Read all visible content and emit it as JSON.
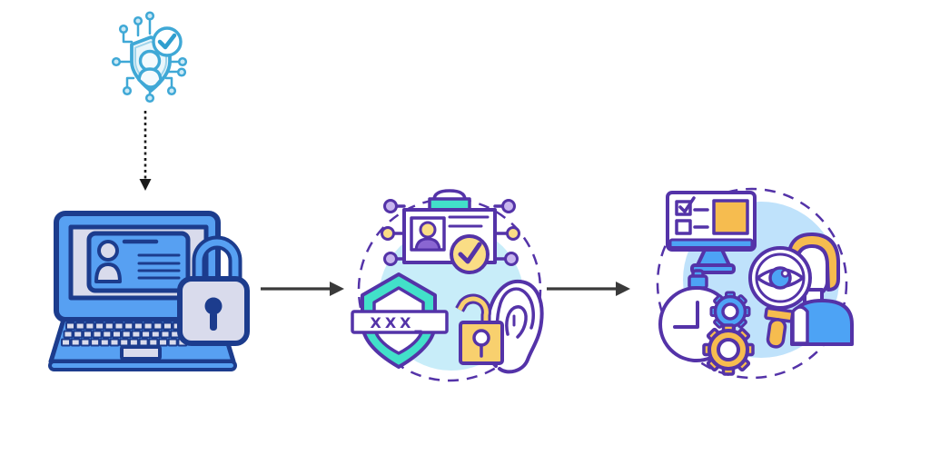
{
  "diagram": {
    "name": "identity-verification-flow",
    "background": "#ffffff",
    "nodes": [
      {
        "id": "digital-identity-icon",
        "icons": [
          "shield-user-icon",
          "check-badge-icon",
          "circuit-nodes"
        ]
      },
      {
        "id": "secure-login-illustration",
        "icons": [
          "laptop-icon",
          "id-card-on-screen-icon",
          "padlock-icon"
        ]
      },
      {
        "id": "authentication-illustration",
        "icons": [
          "id-badge-icon",
          "badge-check-icon",
          "password-shield-icon",
          "ear-biometric-icon",
          "open-padlock-icon"
        ],
        "password_text": "XXX_"
      },
      {
        "id": "review-illustration",
        "icons": [
          "monitor-checklist-icon",
          "stopwatch-icon",
          "gears-icon",
          "eye-magnifier-icon",
          "analyst-person-icon"
        ]
      }
    ],
    "connectors": [
      {
        "id": "dotted-arrow-down",
        "style": "dotted",
        "direction": "down"
      },
      {
        "id": "arrow-1",
        "style": "solid",
        "direction": "right"
      },
      {
        "id": "arrow-2",
        "style": "solid",
        "direction": "right"
      }
    ]
  },
  "palette": {
    "bg": "#ffffff",
    "navy": "#1c3c8d",
    "laptop_blue": "#57a0f2",
    "lavender": "#d9dbec",
    "purple": "#5433a8",
    "teal": "#42e0c9",
    "yellow": "#fadd85",
    "gold": "#f6bc4f",
    "padlock_yellow": "#f8d06e",
    "violet_fill": "#8a66d2",
    "lavender_node": "#c7b5ee",
    "cyan_bg": "#c8edf9",
    "blue_bg": "#bfe2fb",
    "sky": "#4da3f5",
    "icon_blue": "#3fa8d6",
    "icon_fill": "#e9f6fb",
    "icon_person": "#f4fafd",
    "icon_dot": "#cbe9f5",
    "icon_inner": "#9ed3ea",
    "icon_check": "#2f9ecf",
    "arrow_dark": "#3a3a3a",
    "dotted_black": "#1a1a1a"
  }
}
